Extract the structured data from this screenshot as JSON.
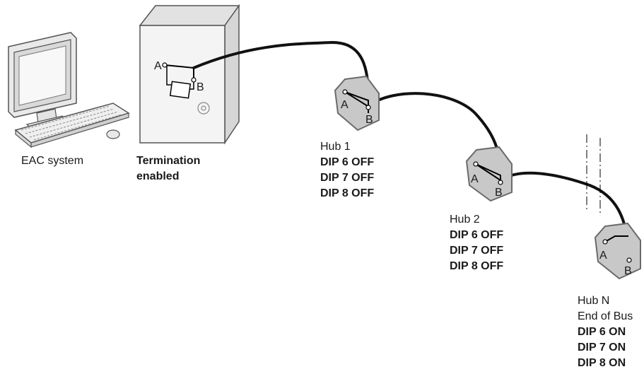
{
  "computer": {
    "label": "EAC system"
  },
  "server": {
    "label_line1": "Termination",
    "label_line2": "enabled",
    "term_a": "A",
    "term_b": "B"
  },
  "hubs": [
    {
      "name": "Hub 1",
      "subtitle": "",
      "dip6": "DIP 6 OFF",
      "dip7": "DIP 7 OFF",
      "dip8": "DIP 8 OFF",
      "term_a": "A",
      "term_b": "B"
    },
    {
      "name": "Hub 2",
      "subtitle": "",
      "dip6": "DIP 6 OFF",
      "dip7": "DIP 7 OFF",
      "dip8": "DIP 8 OFF",
      "term_a": "A",
      "term_b": "B"
    },
    {
      "name": "Hub N",
      "subtitle": "End of Bus",
      "dip6": "DIP 6 ON",
      "dip7": "DIP 7 ON",
      "dip8": "DIP 8 ON",
      "term_a": "A",
      "term_b": "B"
    }
  ],
  "colors": {
    "hub_fill": "#c8c8c8",
    "cable": "#111111",
    "line": "#000000",
    "device_fill": "#f2f2f2"
  }
}
